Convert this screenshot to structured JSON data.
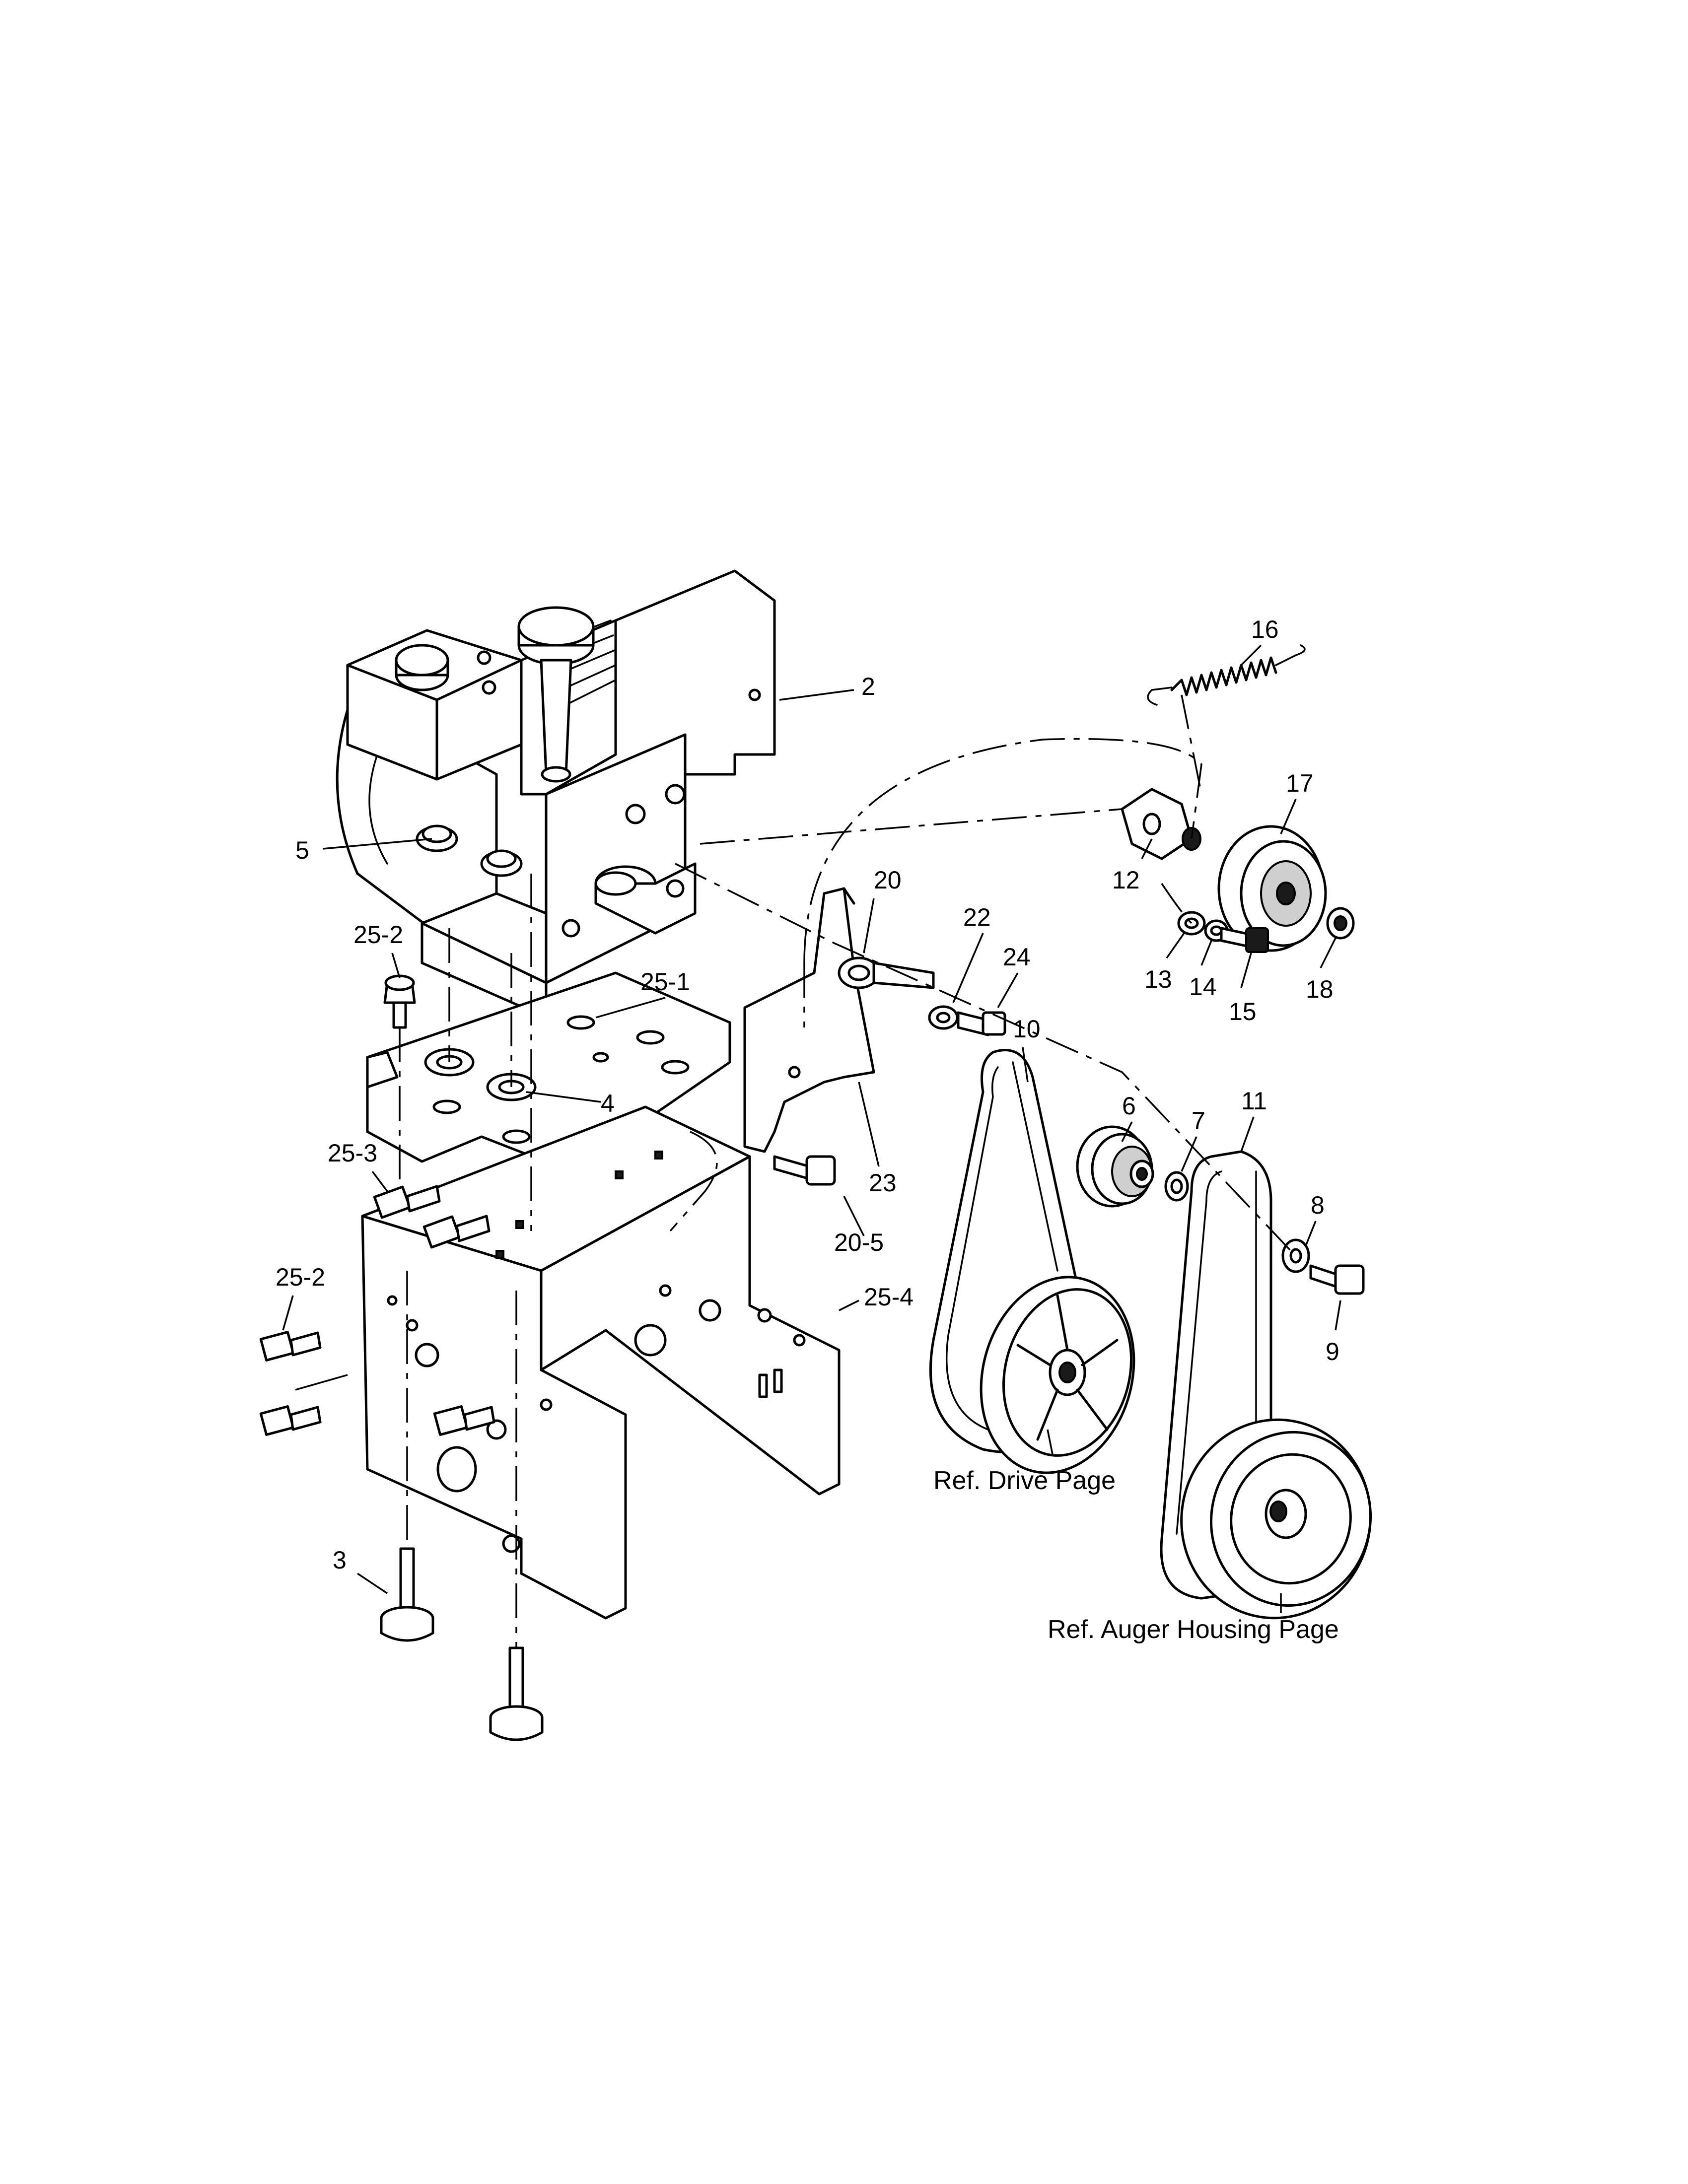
{
  "labels": {
    "l2": "2",
    "l3": "3",
    "l4": "4",
    "l5": "5",
    "l6": "6",
    "l7": "7",
    "l8": "8",
    "l9": "9",
    "l10": "10",
    "l11": "11",
    "l12": "12",
    "l13": "13",
    "l14": "14",
    "l15": "15",
    "l16": "16",
    "l17": "17",
    "l18": "18",
    "l20": "20",
    "l20_5": "20-5",
    "l22": "22",
    "l23": "23",
    "l24": "24",
    "l25_1": "25-1",
    "l25_2a": "25-2",
    "l25_2b": "25-2",
    "l25_3": "25-3",
    "l25_4": "25-4"
  },
  "references": {
    "drive": "Ref. Drive Page",
    "auger": "Ref. Auger Housing Page"
  }
}
